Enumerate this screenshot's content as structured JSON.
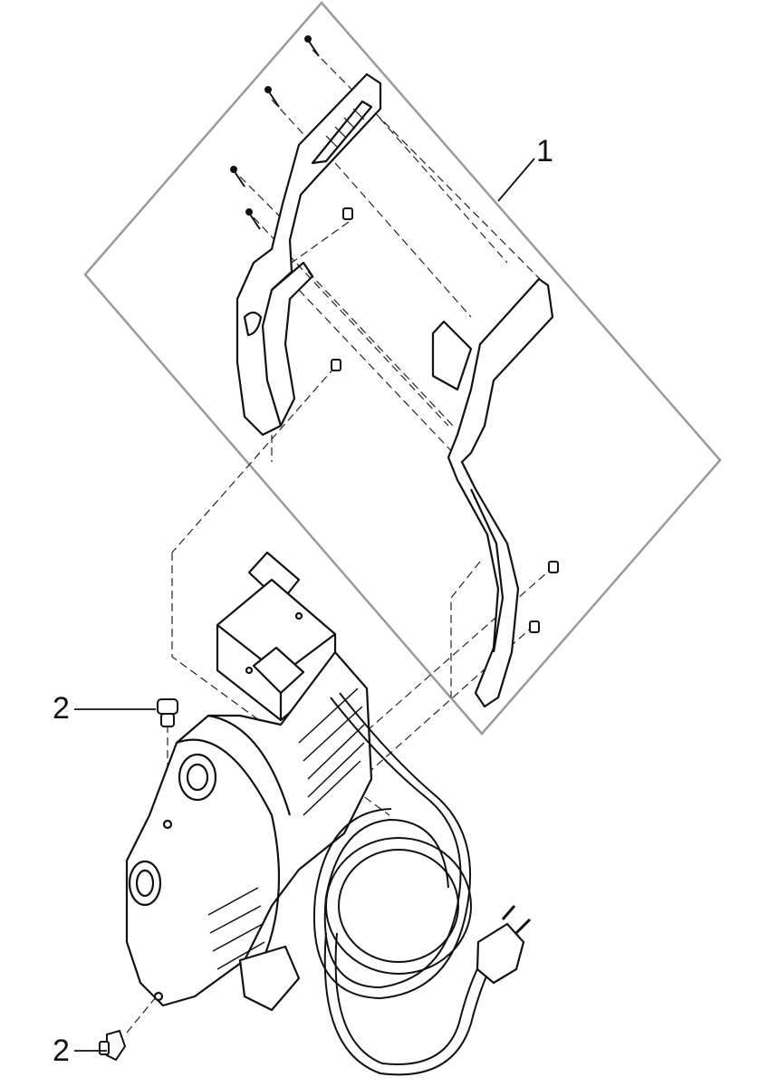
{
  "callouts": {
    "part_1": "1",
    "part_2_top": "2",
    "part_2_bottom": "2"
  },
  "colors": {
    "line": "#1a1a1a",
    "group_frame": "#9a9a9a",
    "background": "#ffffff"
  }
}
